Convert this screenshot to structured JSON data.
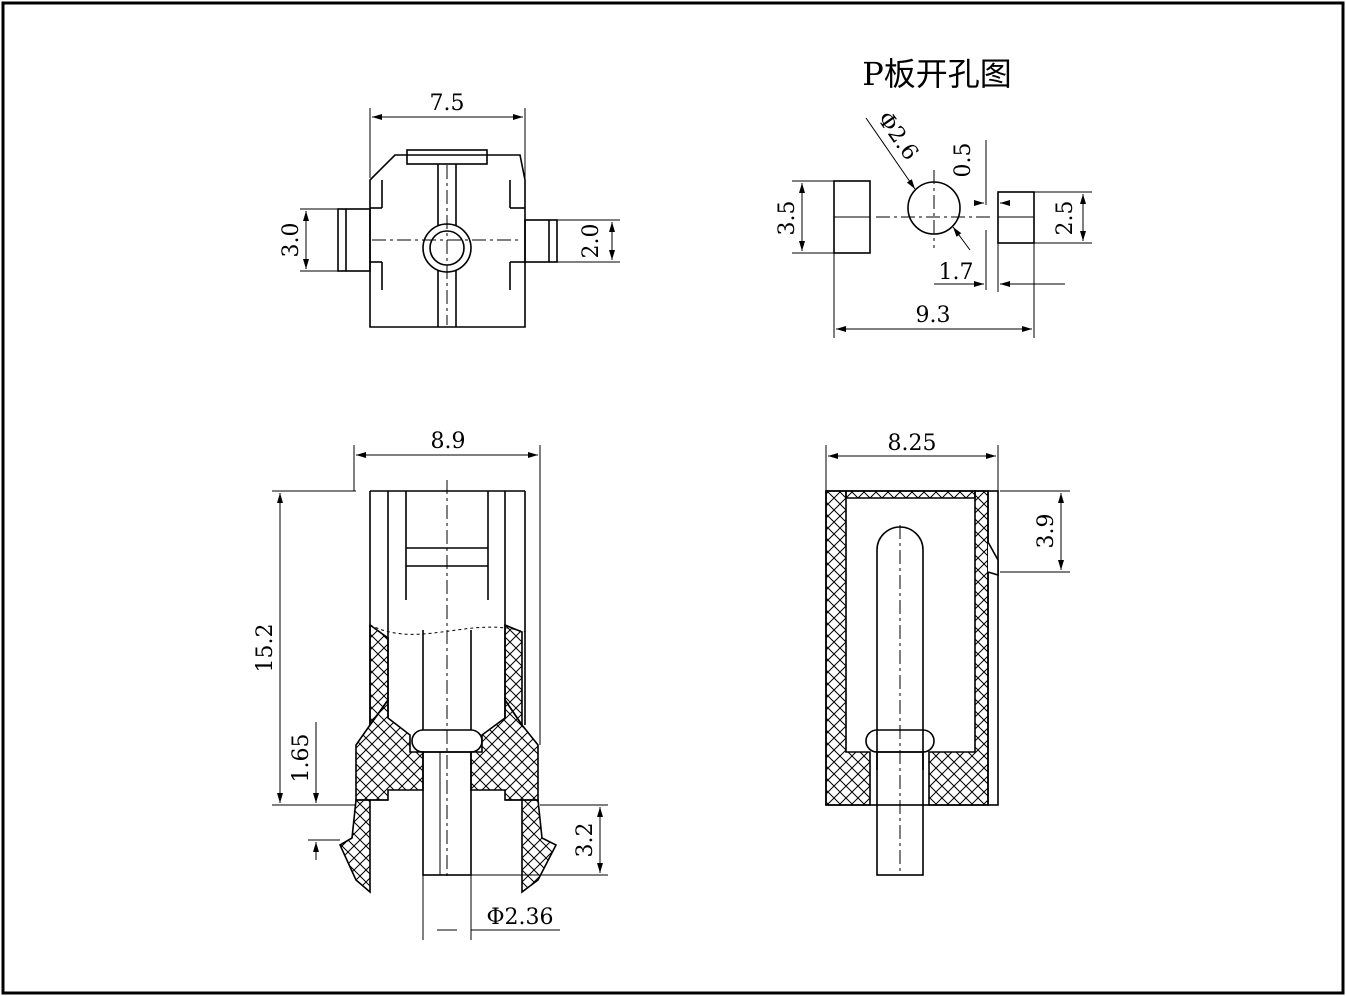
{
  "hole_view": {
    "title": "P板开孔图",
    "dim_diameter": "Φ2.6",
    "dim_gap": "0.5",
    "dim_pad_left": "3.5",
    "dim_pad_right": "2.5",
    "dim_offset": "1.7",
    "dim_total": "9.3"
  },
  "top_view": {
    "dim_width": "7.5",
    "dim_left_tab": "3.0",
    "dim_right_tab": "2.0"
  },
  "front_section": {
    "dim_width": "8.9",
    "dim_height": "15.2",
    "dim_standoff": "1.65",
    "dim_pin_length": "3.2",
    "dim_pin_diameter": "Φ2.36"
  },
  "side_section": {
    "dim_width": "8.25",
    "dim_latch": "3.9"
  },
  "colors": {
    "line": "#000000",
    "background": "#ffffff"
  }
}
